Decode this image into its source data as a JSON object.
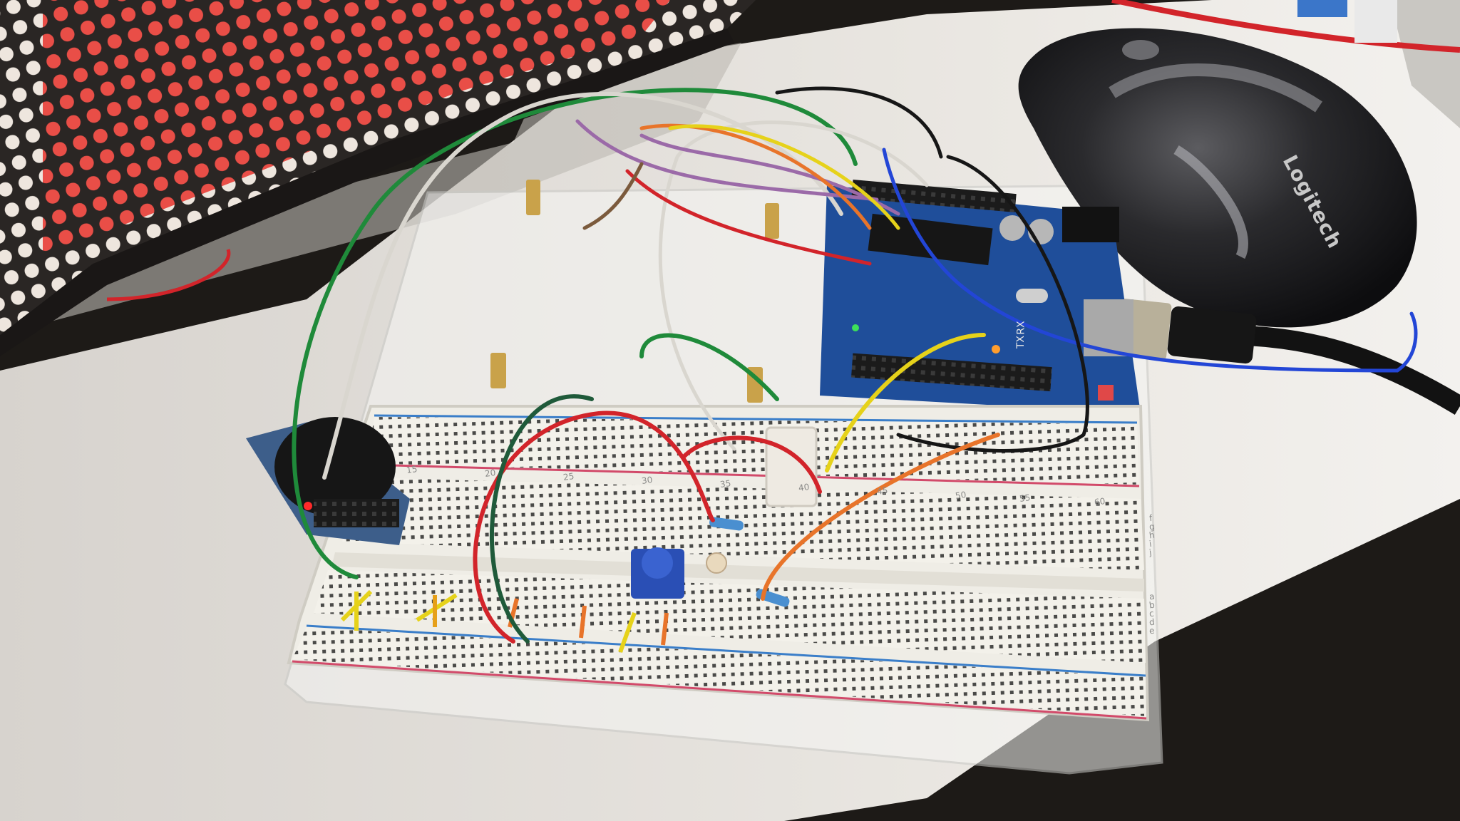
{
  "scene": {
    "led_matrix": {
      "color": "#e8332c",
      "led_off_color": "#f2ece6"
    },
    "mouse": {
      "brand": "Logitech",
      "body_color": "#1e1e20"
    },
    "arduino": {
      "board_color": "#1f4e9a",
      "rx_label": "RX",
      "tx_label": "TX"
    },
    "breadboard": {
      "column_numbers": [
        "15",
        "20",
        "25",
        "30",
        "35",
        "40",
        "45",
        "50",
        "55",
        "60"
      ],
      "row_letters": [
        "a",
        "b",
        "c",
        "d",
        "e",
        "f",
        "g",
        "h",
        "i",
        "j"
      ]
    },
    "wire_colors": {
      "green": "#1f8a3a",
      "white": "#d9d6cf",
      "red": "#d2242a",
      "yellow": "#e6d21a",
      "orange": "#e8742a",
      "purple": "#9b6aa8",
      "blue": "#2346d6",
      "black": "#161616",
      "brown": "#7b5a3c"
    }
  }
}
